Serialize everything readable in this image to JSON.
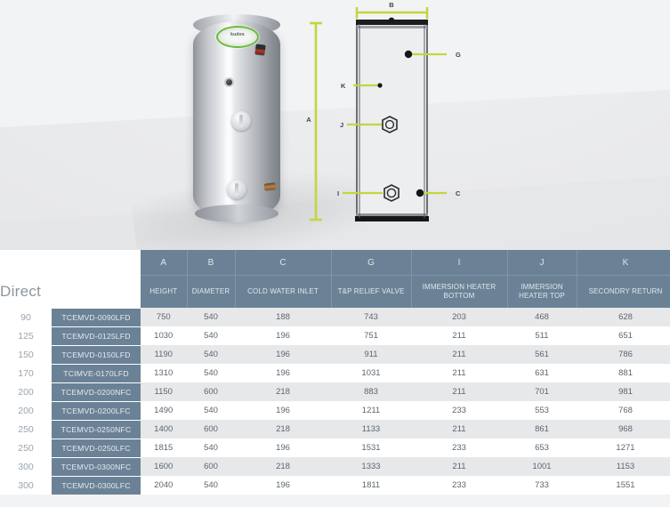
{
  "hero": {
    "product_photo": {
      "alt_name": "stainless-steel-unvented-cylinder",
      "brand_label": "kudos"
    },
    "diagram": {
      "dimension_labels": [
        {
          "id": "A",
          "text": "A",
          "kind": "vertical-height"
        },
        {
          "id": "B",
          "text": "B",
          "kind": "horizontal-diameter"
        }
      ],
      "callouts": [
        {
          "id": "G",
          "text": "G",
          "side": "right",
          "marker": "dot"
        },
        {
          "id": "K",
          "text": "K",
          "side": "left",
          "marker": "small-dot"
        },
        {
          "id": "J",
          "text": "J",
          "side": "left",
          "marker": "hex-boss"
        },
        {
          "id": "I",
          "text": "I",
          "side": "left",
          "marker": "hex-boss"
        },
        {
          "id": "C",
          "text": "C",
          "side": "right",
          "marker": "dot"
        }
      ],
      "accent_color": "#c4d63c",
      "outline_color": "#4c5055"
    }
  },
  "table": {
    "section_title": "Direct",
    "letters": [
      "A",
      "B",
      "C",
      "G",
      "I",
      "J",
      "K"
    ],
    "column_names": [
      "HEIGHT",
      "DIAMETER",
      "COLD WATER INLET",
      "T&P RELIEF VALVE",
      "IMMERSION HEATER BOTTOM",
      "IMMERSION HEATER TOP",
      "SECONDRY RETURN"
    ],
    "header_color": "#6b8296",
    "stripe_color": "#e7e8ea",
    "rows": [
      {
        "capacity": "90",
        "model": "TCEMVD-0090LFD",
        "A": "750",
        "B": "540",
        "C": "188",
        "G": "743",
        "I": "203",
        "J": "468",
        "K": "628"
      },
      {
        "capacity": "125",
        "model": "TCEMVD-0125LFD",
        "A": "1030",
        "B": "540",
        "C": "196",
        "G": "751",
        "I": "211",
        "J": "511",
        "K": "651"
      },
      {
        "capacity": "150",
        "model": "TCEMVD-0150LFD",
        "A": "1190",
        "B": "540",
        "C": "196",
        "G": "911",
        "I": "211",
        "J": "561",
        "K": "786"
      },
      {
        "capacity": "170",
        "model": "TCIMVE-0170LFD",
        "A": "1310",
        "B": "540",
        "C": "196",
        "G": "1031",
        "I": "211",
        "J": "631",
        "K": "881"
      },
      {
        "capacity": "200",
        "model": "TCEMVD-0200NFC",
        "A": "1150",
        "B": "600",
        "C": "218",
        "G": "883",
        "I": "211",
        "J": "701",
        "K": "981"
      },
      {
        "capacity": "200",
        "model": "TCEMVD-0200LFC",
        "A": "1490",
        "B": "540",
        "C": "196",
        "G": "1211",
        "I": "233",
        "J": "553",
        "K": "768"
      },
      {
        "capacity": "250",
        "model": "TCEMVD-0250NFC",
        "A": "1400",
        "B": "600",
        "C": "218",
        "G": "1133",
        "I": "211",
        "J": "861",
        "K": "968"
      },
      {
        "capacity": "250",
        "model": "TCEMVD-0250LFC",
        "A": "1815",
        "B": "540",
        "C": "196",
        "G": "1531",
        "I": "233",
        "J": "653",
        "K": "1271"
      },
      {
        "capacity": "300",
        "model": "TCEMVD-0300NFC",
        "A": "1600",
        "B": "600",
        "C": "218",
        "G": "1333",
        "I": "211",
        "J": "1001",
        "K": "1153"
      },
      {
        "capacity": "300",
        "model": "TCEMVD-0300LFC",
        "A": "2040",
        "B": "540",
        "C": "196",
        "G": "1811",
        "I": "233",
        "J": "733",
        "K": "1551"
      }
    ]
  }
}
